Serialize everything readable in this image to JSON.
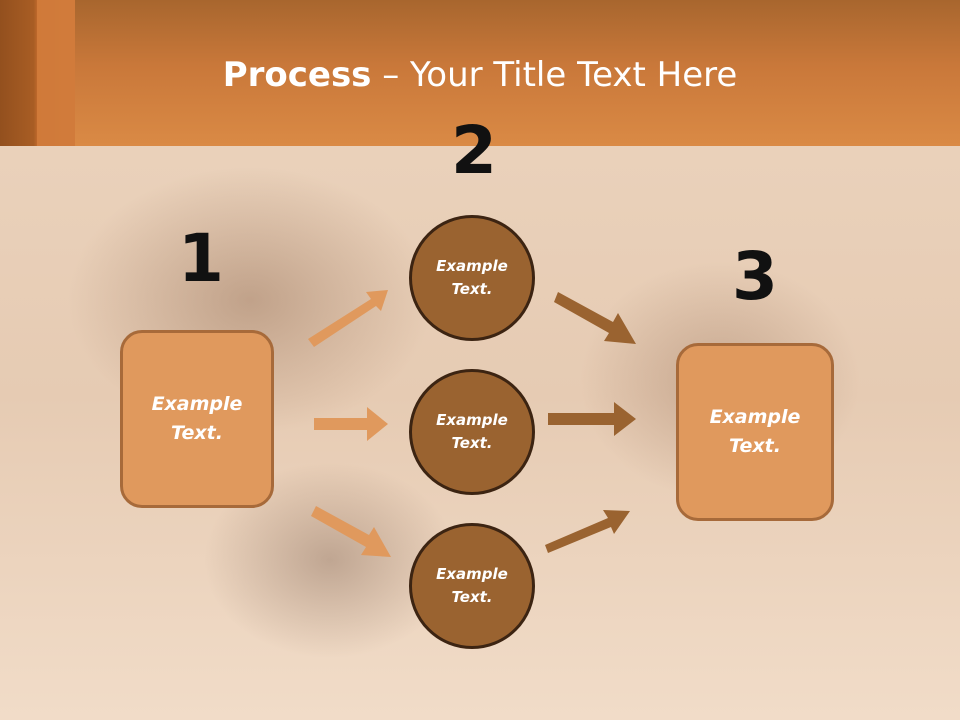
{
  "slide": {
    "title_bold": "Process",
    "title_rest": " – Your Title Text Here",
    "steps": [
      {
        "number": "1",
        "label": "Example Text."
      },
      {
        "number": "2",
        "label": "Example Text."
      },
      {
        "number": "3",
        "label": "Example Text."
      }
    ],
    "circles": [
      {
        "label": "Example Text."
      },
      {
        "label": "Example Text."
      },
      {
        "label": "Example Text."
      }
    ]
  },
  "colors": {
    "header": "#d4823f",
    "box_fill": "#e0995d",
    "circle_fill": "#9a6330",
    "arrow_light": "#e0995d",
    "arrow_dark": "#9a6330"
  }
}
